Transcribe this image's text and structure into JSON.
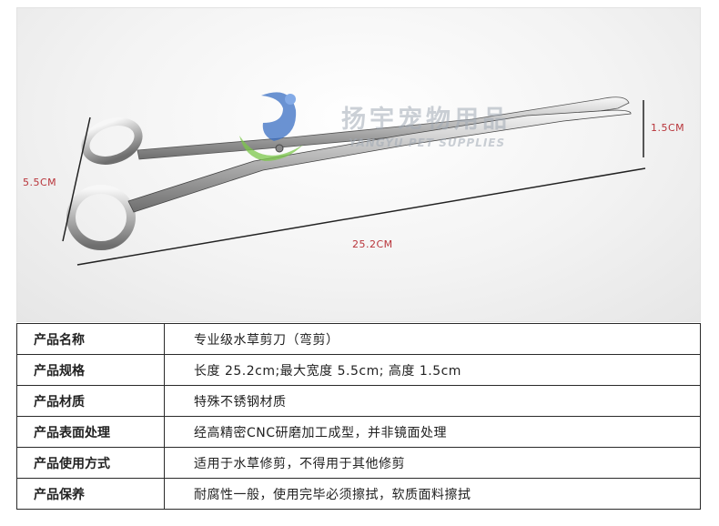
{
  "dimensions": {
    "width_label": "5.5CM",
    "height_label": "1.5CM",
    "length_label": "25.2CM"
  },
  "watermark": {
    "cn": "扬宇宠物用品",
    "en": "YANGYU PET SUPPLIES"
  },
  "colors": {
    "dimension_text": "#b8343a",
    "table_border": "#2a2a2a",
    "logo_blue": "#3a6fc4",
    "logo_green": "#7cc84a"
  },
  "specs": [
    {
      "label": "产品名称",
      "value": "专业级水草剪刀（弯剪）"
    },
    {
      "label": "产品规格",
      "value": "长度 25.2cm;最大宽度 5.5cm; 高度 1.5cm"
    },
    {
      "label": "产品材质",
      "value": "特殊不锈钢材质"
    },
    {
      "label": "产品表面处理",
      "value": "经高精密CNC研磨加工成型，并非镜面处理"
    },
    {
      "label": "产品使用方式",
      "value": "适用于水草修剪，不得用于其他修剪"
    },
    {
      "label": "产品保养",
      "value": "耐腐性一般，使用完毕必须擦拭，软质面料擦拭"
    }
  ]
}
